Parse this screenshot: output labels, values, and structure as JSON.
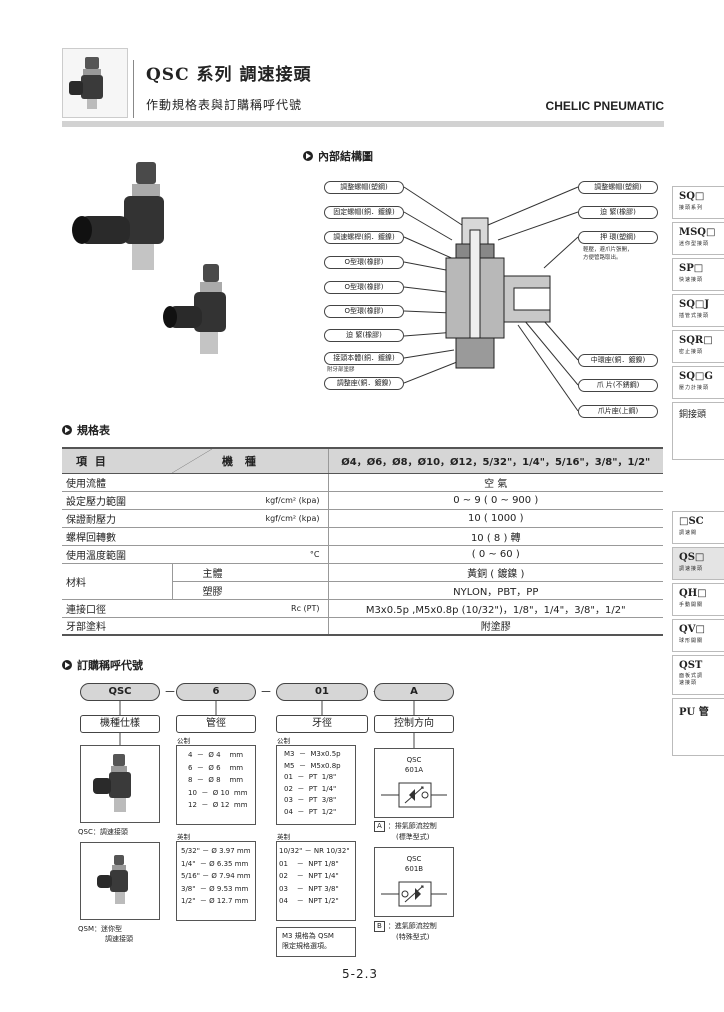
{
  "header": {
    "series": "QSC",
    "title_rest": " 系列  調速接頭",
    "subtitle": "作動規格表與訂購稱呼代號",
    "brand": "CHELIC PNEUMATIC"
  },
  "side_tabs": [
    {
      "code": "SQ□",
      "desc": "接頭系列"
    },
    {
      "code": "MSQ□",
      "desc": "迷你型接頭"
    },
    {
      "code": "SP□",
      "desc": "快速接頭"
    },
    {
      "code": "SQ□J",
      "desc": "插管式接頭"
    },
    {
      "code": "SQR□",
      "desc": "密止接頭"
    },
    {
      "code": "SQ□G",
      "desc": "壓力計接頭"
    },
    {
      "code": "銅接頭",
      "desc": ""
    },
    {
      "code": "□SC",
      "desc": "調速閥"
    },
    {
      "code": "QS□",
      "desc": "調速接頭"
    },
    {
      "code": "QH□",
      "desc": "手動開關"
    },
    {
      "code": "QV□",
      "desc": "球形開關"
    },
    {
      "code": "QST",
      "desc": "面板式調速接頭"
    },
    {
      "code": "PU 管",
      "desc": ""
    }
  ],
  "structure": {
    "title": "內部結構圖",
    "left_labels": [
      "調整螺帽(塑鋼)",
      "固定螺帽(銅．鍍鎳)",
      "調速螺桿(銅．鍍鎳)",
      "O型環(橡膠)",
      "O型環(橡膠)",
      "O型環(橡膠)",
      "迫 緊(橡膠)",
      "接頭本體(銅．鍍鎳)",
      "調整座(銅．鍍鎳)"
    ],
    "left_note": "附牙部塗膠",
    "right_labels": [
      "調整螺帽(塑鋼)",
      "迫 緊(橡膠)",
      "押 環(塑鋼)",
      "中環座(銅．鍍鎳)",
      "爪 片(不銹鋼)",
      "爪片座(上鋼)"
    ],
    "right_note_1": "輕壓，避爪片張開，",
    "right_note_2": "方便管路取出。"
  },
  "spec": {
    "title": "規格表",
    "head_item": "項 目",
    "head_kind": "機 種",
    "head_sizes": "Ø4，Ø6，Ø8，Ø10，Ø12，5/32\"，1/4\"，5/16\"，3/8\"，1/2\"",
    "rows": [
      {
        "item": "使用流體",
        "unit": "",
        "value": "空 氣"
      },
      {
        "item": "設定壓力範圍",
        "unit": "kgf/cm² (kpa)",
        "value": "0 ~ 9 ( 0 ~ 900 )"
      },
      {
        "item": "保證耐壓力",
        "unit": "kgf/cm² (kpa)",
        "value": "10 ( 1000 )"
      },
      {
        "item": "螺桿回轉數",
        "unit": "",
        "value": "10 ( 8 ) 轉"
      },
      {
        "item": "使用溫度範圍",
        "unit": "°C",
        "value": "( 0 ~ 60 )"
      }
    ],
    "material_label": "材料",
    "material_rows": [
      {
        "sub": "主體",
        "value": "黃銅 ( 鍍鎳 )"
      },
      {
        "sub": "塑膠",
        "value": "NYLON，PBT，PP"
      }
    ],
    "port_label": "連接口徑",
    "port_unit": "Rc (PT)",
    "port_value": "M3x0.5p ,M5x0.8p (10/32\")，1/8\"，1/4\"，3/8\"，1/2\"",
    "coat_label": "牙部塗料",
    "coat_value": "附塗膠"
  },
  "order": {
    "title": "訂購稱呼代號",
    "codes": [
      "QSC",
      "6",
      "01",
      "A"
    ],
    "dash": "－",
    "heads": [
      "機種仕樣",
      "管徑",
      "牙徑",
      "控制方向"
    ],
    "metric": "公制",
    "inch": "英制",
    "tube_metric": [
      "4  －  Ø 4    mm",
      "6  －  Ø 6    mm",
      "8  －  Ø 8    mm",
      "10  －  Ø 10  mm",
      "12  －  Ø 12  mm"
    ],
    "tube_inch": [
      "5/32\" － Ø 3.97 mm",
      "1/4\"  － Ø 6.35 mm",
      "5/16\" － Ø 7.94 mm",
      "3/8\"  － Ø 9.53 mm",
      "1/2\"  － Ø 12.7 mm"
    ],
    "thread_metric": [
      "M3  －  M3x0.5p",
      "M5  －  M5x0.8p",
      "01  －  PT  1/8\"",
      "02  －  PT  1/4\"",
      "03  －  PT  3/8\"",
      "04  －  PT  1/2\""
    ],
    "thread_inch": [
      "10/32\" － NR 10/32\"",
      "01    －  NPT 1/8\"",
      "02    －  NPT 1/4\"",
      "03    －  NPT 3/8\"",
      "04    －  NPT 1/2\""
    ],
    "thread_note_1": "M3 規格為 QSM",
    "thread_note_2": "限定規格選項。",
    "model_qsc": "QSC：調速接頭",
    "model_qsm_a": "QSM：迷你型",
    "model_qsm_b": "調速接頭",
    "valve_a_name": "QSC",
    "valve_a_code": "601A",
    "valve_b_name": "QSC",
    "valve_b_code": "601B",
    "ctrl_a_letter": "A",
    "ctrl_a_1": "：排氣節流控制",
    "ctrl_a_2": "(標準型式)",
    "ctrl_b_letter": "B",
    "ctrl_b_1": "：進氣節流控制",
    "ctrl_b_2": "(特殊型式)"
  },
  "page_number": "5-2.3"
}
